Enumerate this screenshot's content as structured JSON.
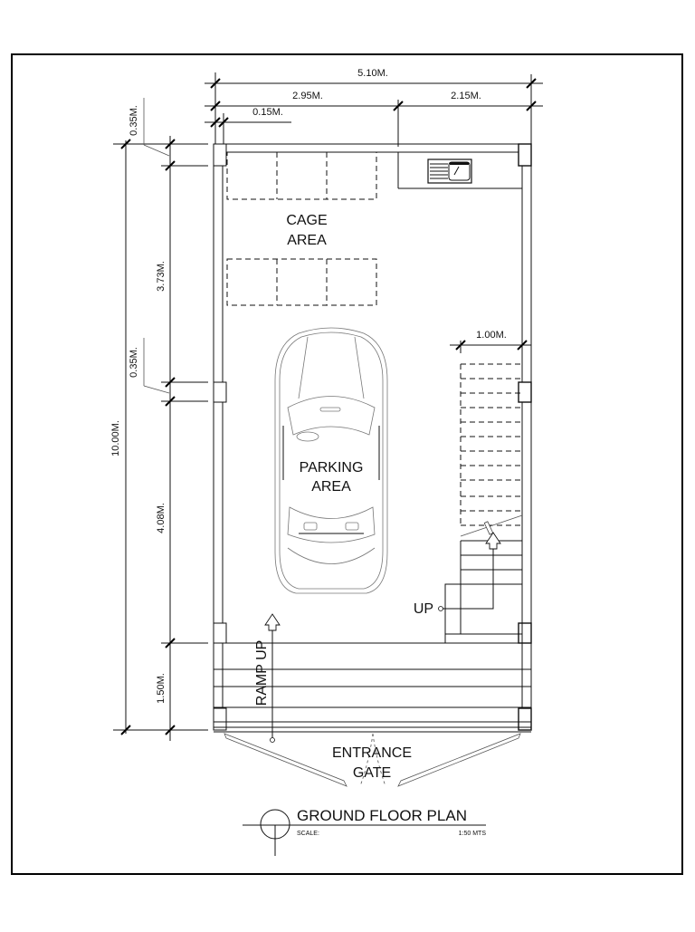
{
  "drawing": {
    "title": "GROUND FLOOR PLAN",
    "scale_label": "SCALE:",
    "scale_value": "1:50 MTS"
  },
  "dimensions": {
    "overall_width": "5.10M.",
    "left_width": "2.95M.",
    "right_width": "2.15M.",
    "wall_thickness": "0.15M.",
    "top_column": "0.35M.",
    "cage_depth": "3.73M.",
    "mid_column": "0.35M.",
    "overall_length": "10.00M.",
    "parking_depth": "4.08M.",
    "ramp_depth": "1.50M.",
    "stair_width": "1.00M."
  },
  "rooms": {
    "cage_line1": "CAGE",
    "cage_line2": "AREA",
    "parking_line1": "PARKING",
    "parking_line2": "AREA",
    "entrance_line1": "ENTRANCE",
    "entrance_line2": "GATE",
    "ramp": "RAMP UP",
    "stair_up": "UP"
  },
  "icons": {
    "sink": "kitchen-sink-icon",
    "car": "car-top-view-icon",
    "section_marker": "section-marker-icon",
    "arrow": "up-arrow-icon"
  },
  "colors": {
    "line": "#111111",
    "background": "#ffffff"
  }
}
